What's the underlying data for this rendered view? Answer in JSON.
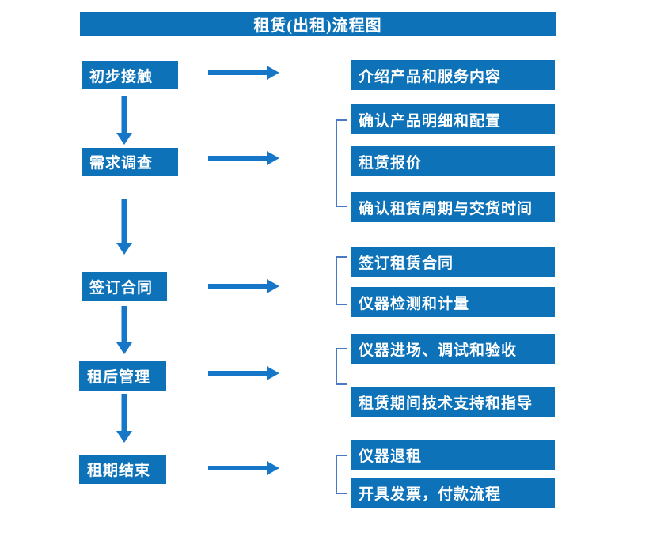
{
  "title": "租赁(出租)流程图",
  "colors": {
    "node_blue": "#0e72b9",
    "arrow_blue": "#1677c8",
    "bracket_blue": "#4779c4",
    "text_white": "#ffffff",
    "background": "#ffffff"
  },
  "steps": [
    {
      "label": "初步接触"
    },
    {
      "label": "需求调查"
    },
    {
      "label": "签订合同"
    },
    {
      "label": "租后管理"
    },
    {
      "label": "租期结束"
    }
  ],
  "details": [
    {
      "items": [
        "介绍产品和服务内容"
      ]
    },
    {
      "items": [
        "确认产品明细和配置",
        "租赁报价",
        "确认租赁周期与交货时间"
      ]
    },
    {
      "items": [
        "签订租赁合同",
        "仪器检测和计量"
      ]
    },
    {
      "items": [
        "仪器进场、调试和验收",
        "租赁期间技术支持和指导"
      ]
    },
    {
      "items": [
        "仪器退租",
        "开具发票，付款流程"
      ]
    }
  ]
}
